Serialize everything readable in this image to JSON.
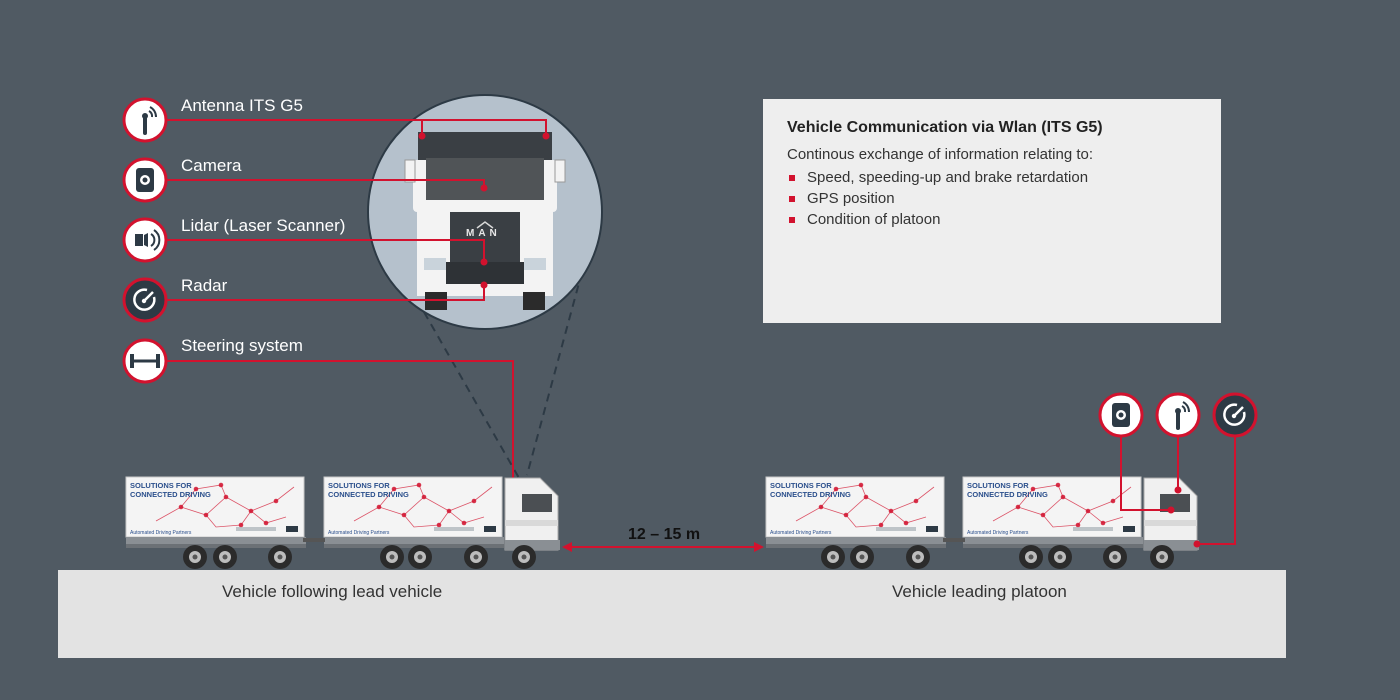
{
  "sensors": [
    {
      "icon": "antenna-icon",
      "label": "Antenna ITS G5"
    },
    {
      "icon": "camera-icon",
      "label": "Camera"
    },
    {
      "icon": "lidar-icon",
      "label": "Lidar (Laser Scanner)"
    },
    {
      "icon": "radar-icon",
      "label": "Radar"
    },
    {
      "icon": "steering-icon",
      "label": "Steering system"
    }
  ],
  "info": {
    "title": "Vehicle Communication via Wlan (ITS G5)",
    "intro": "Continous exchange of information relating to:",
    "items": [
      "Speed, speeding-up and brake retardation",
      "GPS position",
      "Condition of platoon"
    ]
  },
  "trailer": {
    "line1": "SOLUTIONS FOR",
    "line2": "CONNECTED DRIVING",
    "partners": "Automated Driving Partners"
  },
  "truck_brand": "MAN",
  "distance": "12 – 15 m",
  "vehicles": {
    "following": "Vehicle following lead vehicle",
    "leading": "Vehicle leading platoon"
  },
  "colors": {
    "background": "#505a63",
    "accent": "#d2122e",
    "road": "#e3e3e3",
    "icon_dark": "#2d3a45"
  }
}
